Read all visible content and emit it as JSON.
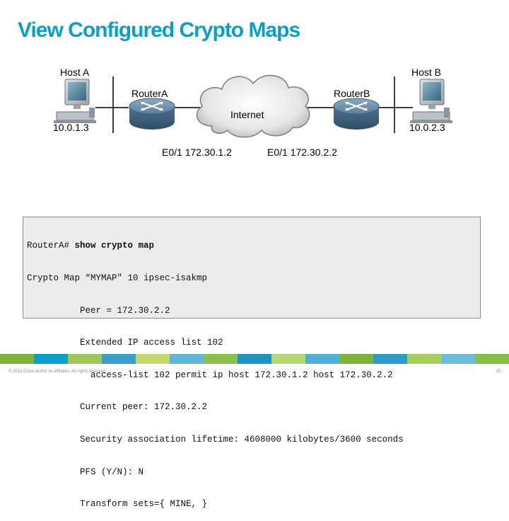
{
  "title": "View Configured Crypto Maps",
  "diagram": {
    "host_a": {
      "label": "Host A",
      "ip": "10.0.1.3"
    },
    "host_b": {
      "label": "Host B",
      "ip": "10.0.2.3"
    },
    "router_a": {
      "label": "RouterA",
      "interface": "E0/1 172.30.1.2"
    },
    "router_b": {
      "label": "RouterB",
      "interface": "E0/1 172.30.2.2"
    },
    "internet": {
      "label": "Internet"
    }
  },
  "console": {
    "prompt": "RouterA# ",
    "command": "show crypto map",
    "output": [
      "Crypto Map “MYMAP\" 10 ipsec-isakmp",
      "          Peer = 172.30.2.2",
      "          Extended IP access list 102",
      "            access-list 102 permit ip host 172.30.1.2 host 172.30.2.2",
      "          Current peer: 172.30.2.2",
      "          Security association lifetime: 4608000 kilobytes/3600 seconds",
      "          PFS (Y/N): N",
      "          Transform sets={ MINE, }"
    ]
  },
  "footer": {
    "copyright": "© 2012 Cisco and/or its affiliates. All rights reserved.",
    "page_number": "15",
    "stripe_colors": [
      "#7fb23a",
      "#0a9fc9",
      "#9ec95a",
      "#3aa0c8",
      "#c7d96e",
      "#60b6d8",
      "#8cc04a",
      "#1f94c0",
      "#b5d670",
      "#4fb0d6",
      "#7fb23a",
      "#2e9cc6",
      "#a7cf5c",
      "#6cbcdc",
      "#86bd44"
    ]
  }
}
